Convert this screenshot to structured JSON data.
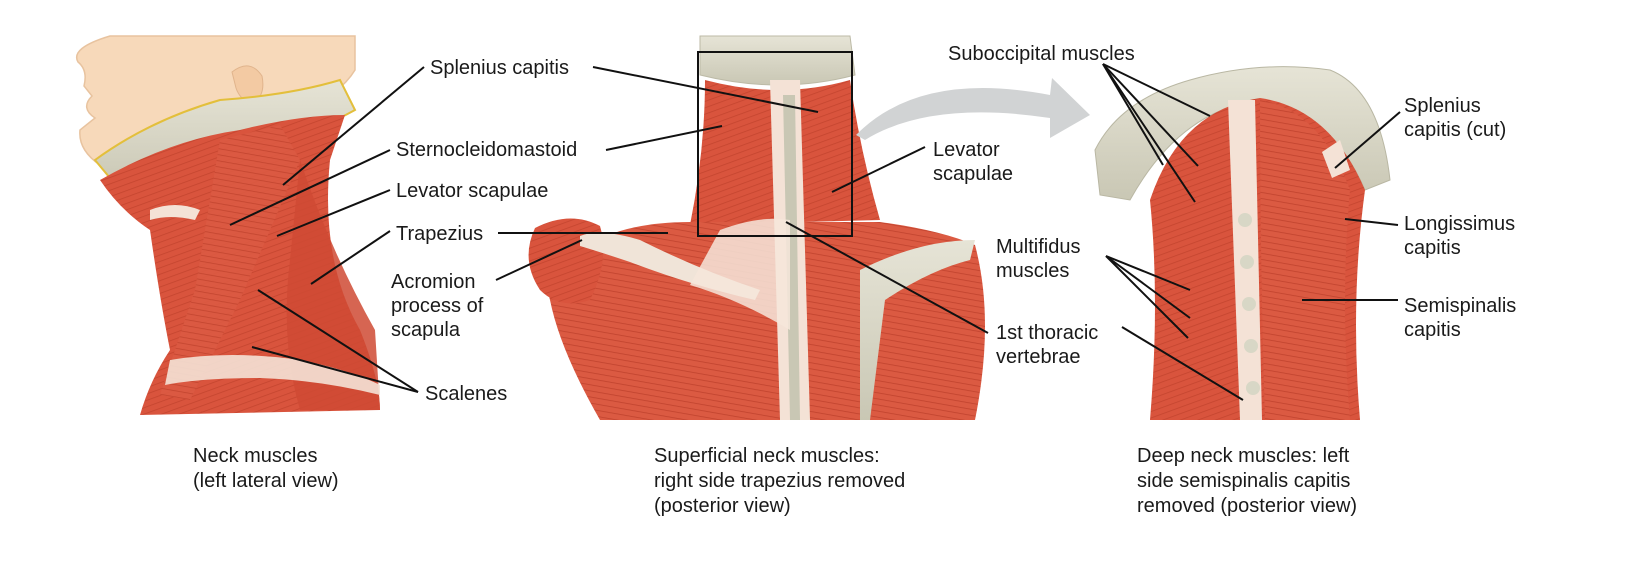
{
  "panels": [
    {
      "id": "lateral",
      "caption": "Neck muscles\n(left lateral view)",
      "labels": {
        "splenius_capitis": "Splenius capitis",
        "sternocleidomastoid": "Sternocleidomastoid",
        "levator_scapulae": "Levator scapulae",
        "trapezius": "Trapezius",
        "acromion": "Acromion\nprocess of\nscapula",
        "scalenes": "Scalenes"
      }
    },
    {
      "id": "superficial",
      "caption": "Superficial neck muscles:\nright side trapezius removed\n(posterior view)",
      "labels": {
        "levator_scapulae": "Levator\nscapulae",
        "thoracic_vertebrae": "1st thoracic\nvertebrae"
      }
    },
    {
      "id": "deep",
      "caption": "Deep neck muscles: left\nside semispinalis capitis\nremoved (posterior view)",
      "labels": {
        "suboccipital": "Suboccipital muscles",
        "multifidus": "Multifidus\nmuscles",
        "splenius_cut": "Splenius\ncapitis (cut)",
        "longissimus": "Longissimus\ncapitis",
        "semispinalis": "Semispinalis\ncapitis"
      }
    }
  ],
  "colors": {
    "muscle": "#d9543d",
    "muscle_dark": "#b8412d",
    "tendon": "#f4e2d6",
    "bone": "#d8d7c6",
    "skin": "#f7d7b6",
    "fat": "#f0c84a",
    "leader": "#111111"
  }
}
